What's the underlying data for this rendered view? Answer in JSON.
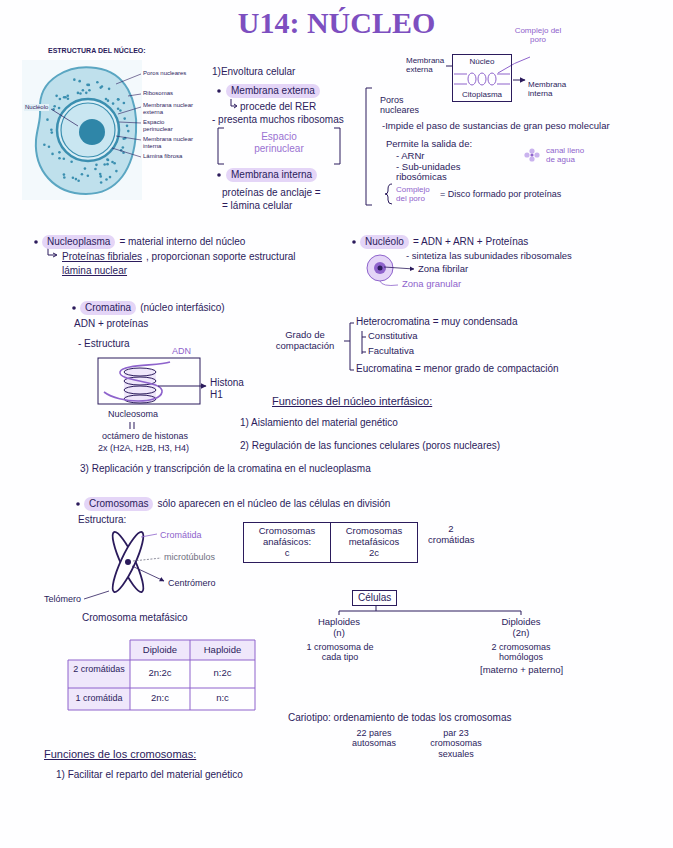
{
  "diagram": {
    "title": "U14: NÚCLEO",
    "nodes": [
      {
        "text": [
          "Núcleo",
          "Citoplasma"
        ]
      },
      {
        "text": [
          "Membrana externa"
        ]
      },
      {
        "text": [
          "Espacio perinuclear"
        ]
      },
      {
        "text": [
          "Membrana interna"
        ]
      },
      {
        "text": [
          "Nucleoplasma"
        ]
      },
      {
        "text": [
          "Nucléolo"
        ]
      },
      {
        "text": [
          "Cromatina"
        ]
      },
      {
        "text": [
          "Cromosomas"
        ]
      },
      {
        "text": [
          "Cromosomas anafásicos:",
          "c"
        ]
      },
      {
        "text": [
          "Cromosomas metafásicos",
          "2c"
        ]
      },
      {
        "text": [
          "Células"
        ]
      }
    ],
    "labels": [
      "ESTRUCTURA DEL NÚCLEO:",
      "Nucléolo",
      "Poros nucleares",
      "Ribosomas",
      "Membrana nuclear externa",
      "Espacio perinuclear",
      "Membrana nuclear interna",
      "Lámina fibrosa",
      "1)Envoltura celular",
      "procede del RER",
      "- presenta muchos ribosomas",
      "proteínas de anclaje =",
      "= lámina celular",
      "Complejo del poro",
      "Membrana externa",
      "Membrana interna",
      "Poros nucleares",
      "-Impide el paso de sustancias de gran peso molecular",
      "Permite la salida de:",
      "- ARNr",
      "- Sub-unidades ribosómicas",
      "canal lleno de agua",
      "Complejo del poro",
      "= Disco formado por proteínas",
      "= material interno del núcleo",
      "Proteínas fibriales",
      ", proporcionan soporte estructural",
      "lámina nuclear",
      "= ADN + ARN + Proteínas",
      "- sintetiza las subunidades ribosomales",
      "Zona fibrilar",
      "Zona granular",
      "(núcleo interfásico)",
      "ADN + proteínas",
      "- Estructura",
      "ADN",
      "Histona H1",
      "Nucleosoma",
      "octámero de histonas",
      "2x (H2A, H2B, H3, H4)",
      "Grado de compactación",
      "Heterocromatina = muy condensada",
      "Constitutiva",
      "Facultativa",
      "Eucromatina = menor grado de compactación",
      "Funciones del núcleo interfásico:",
      "1) Aislamiento del material genético",
      "2) Regulación de las funciones celulares (poros nucleares)",
      "3) Replicación y transcripción de la cromatina en el nucleoplasma",
      "sólo aparecen en el núcleo de las células en división",
      "Estructura:",
      "Cromátida",
      "microtúbulos",
      "Centrómero",
      "Telómero",
      "Cromosoma metafásico",
      "2 cromátidas",
      "Haploides (n)",
      "Diploides (2n)",
      "1 cromosoma de cada tipo",
      "2 cromosomas homólogos",
      "[materno + paterno]",
      "Diploide",
      "Haploide",
      "2 cromátidas",
      "2n:2c",
      "n:2c",
      "1 cromátida",
      "2n:c",
      "n:c",
      "Cariotipo: ordenamiento de todas los cromosomas",
      "22 pares autosomas",
      "par 23 cromosomas sexuales",
      "Funciones de los cromosomas:",
      "1) Facilitar el reparto del material genético"
    ]
  }
}
